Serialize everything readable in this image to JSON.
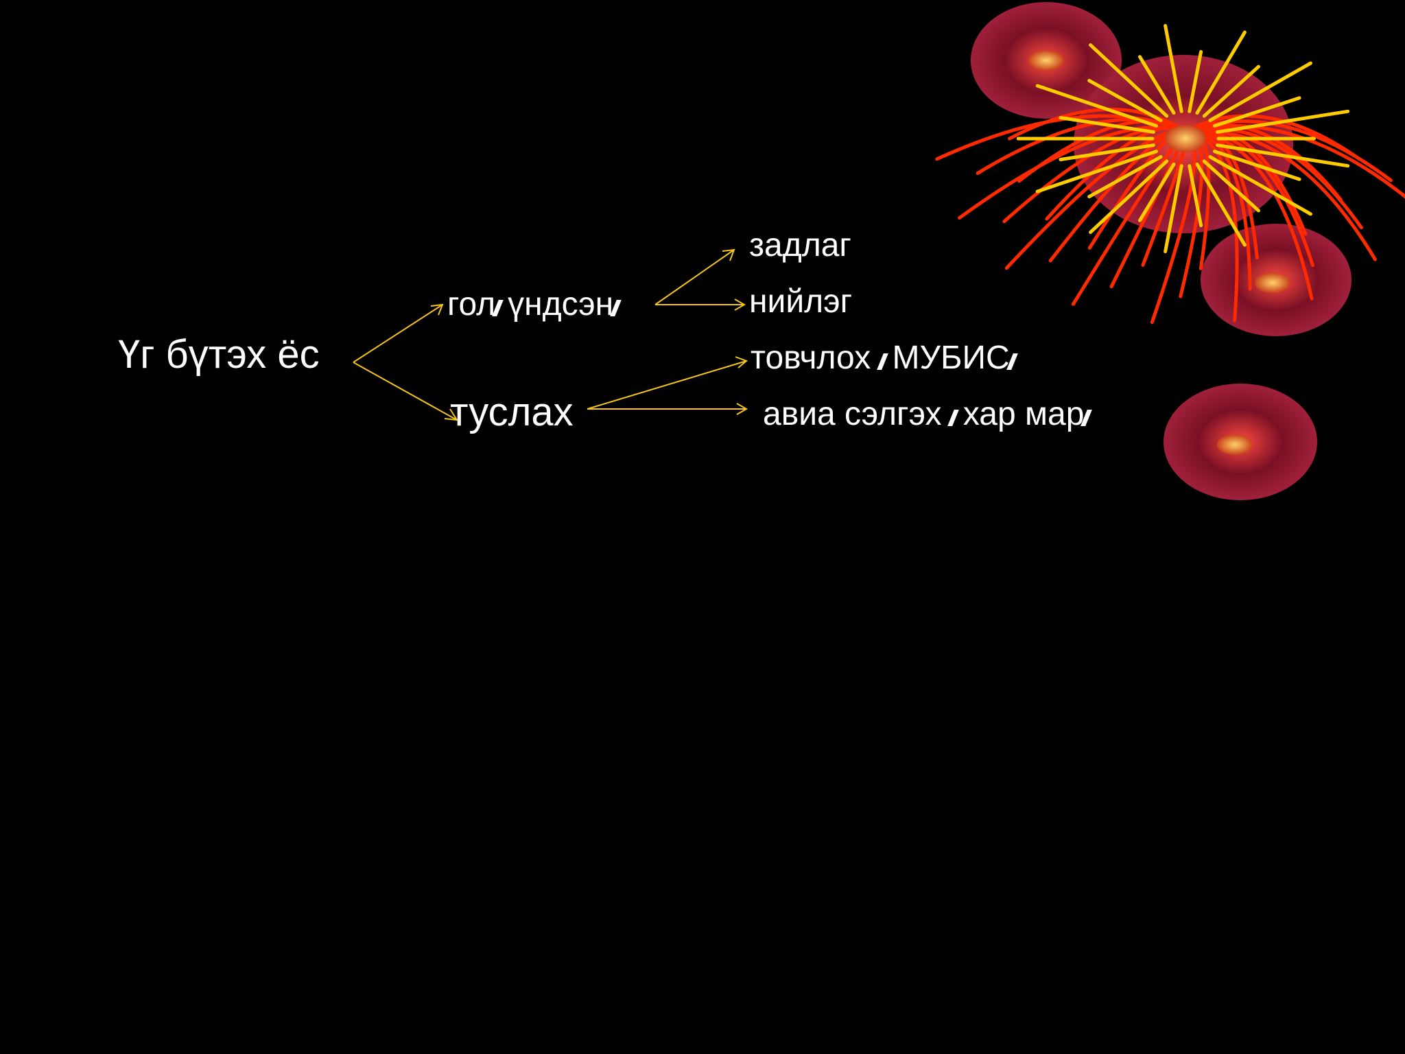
{
  "slide": {
    "background": "#000000",
    "accent_color": "#f5c518",
    "root": {
      "label": "Үг бүтэх ёс"
    },
    "branches": [
      {
        "label_before": "гол",
        "label_after": "үндсэн",
        "children": [
          "задлаг",
          "нийлэг"
        ]
      },
      {
        "label": "туслах",
        "children": [
          {
            "before": "товчлох ",
            "middle": "МУБИС",
            "after": ""
          },
          {
            "before": "авиа сэлгэх ",
            "middle": "хар мар",
            "after": ""
          }
        ]
      }
    ],
    "decoration": {
      "icon": "firework-bloom-icon",
      "colors": [
        "#8b1a2b",
        "#ff2a00",
        "#ffcc00"
      ]
    }
  }
}
